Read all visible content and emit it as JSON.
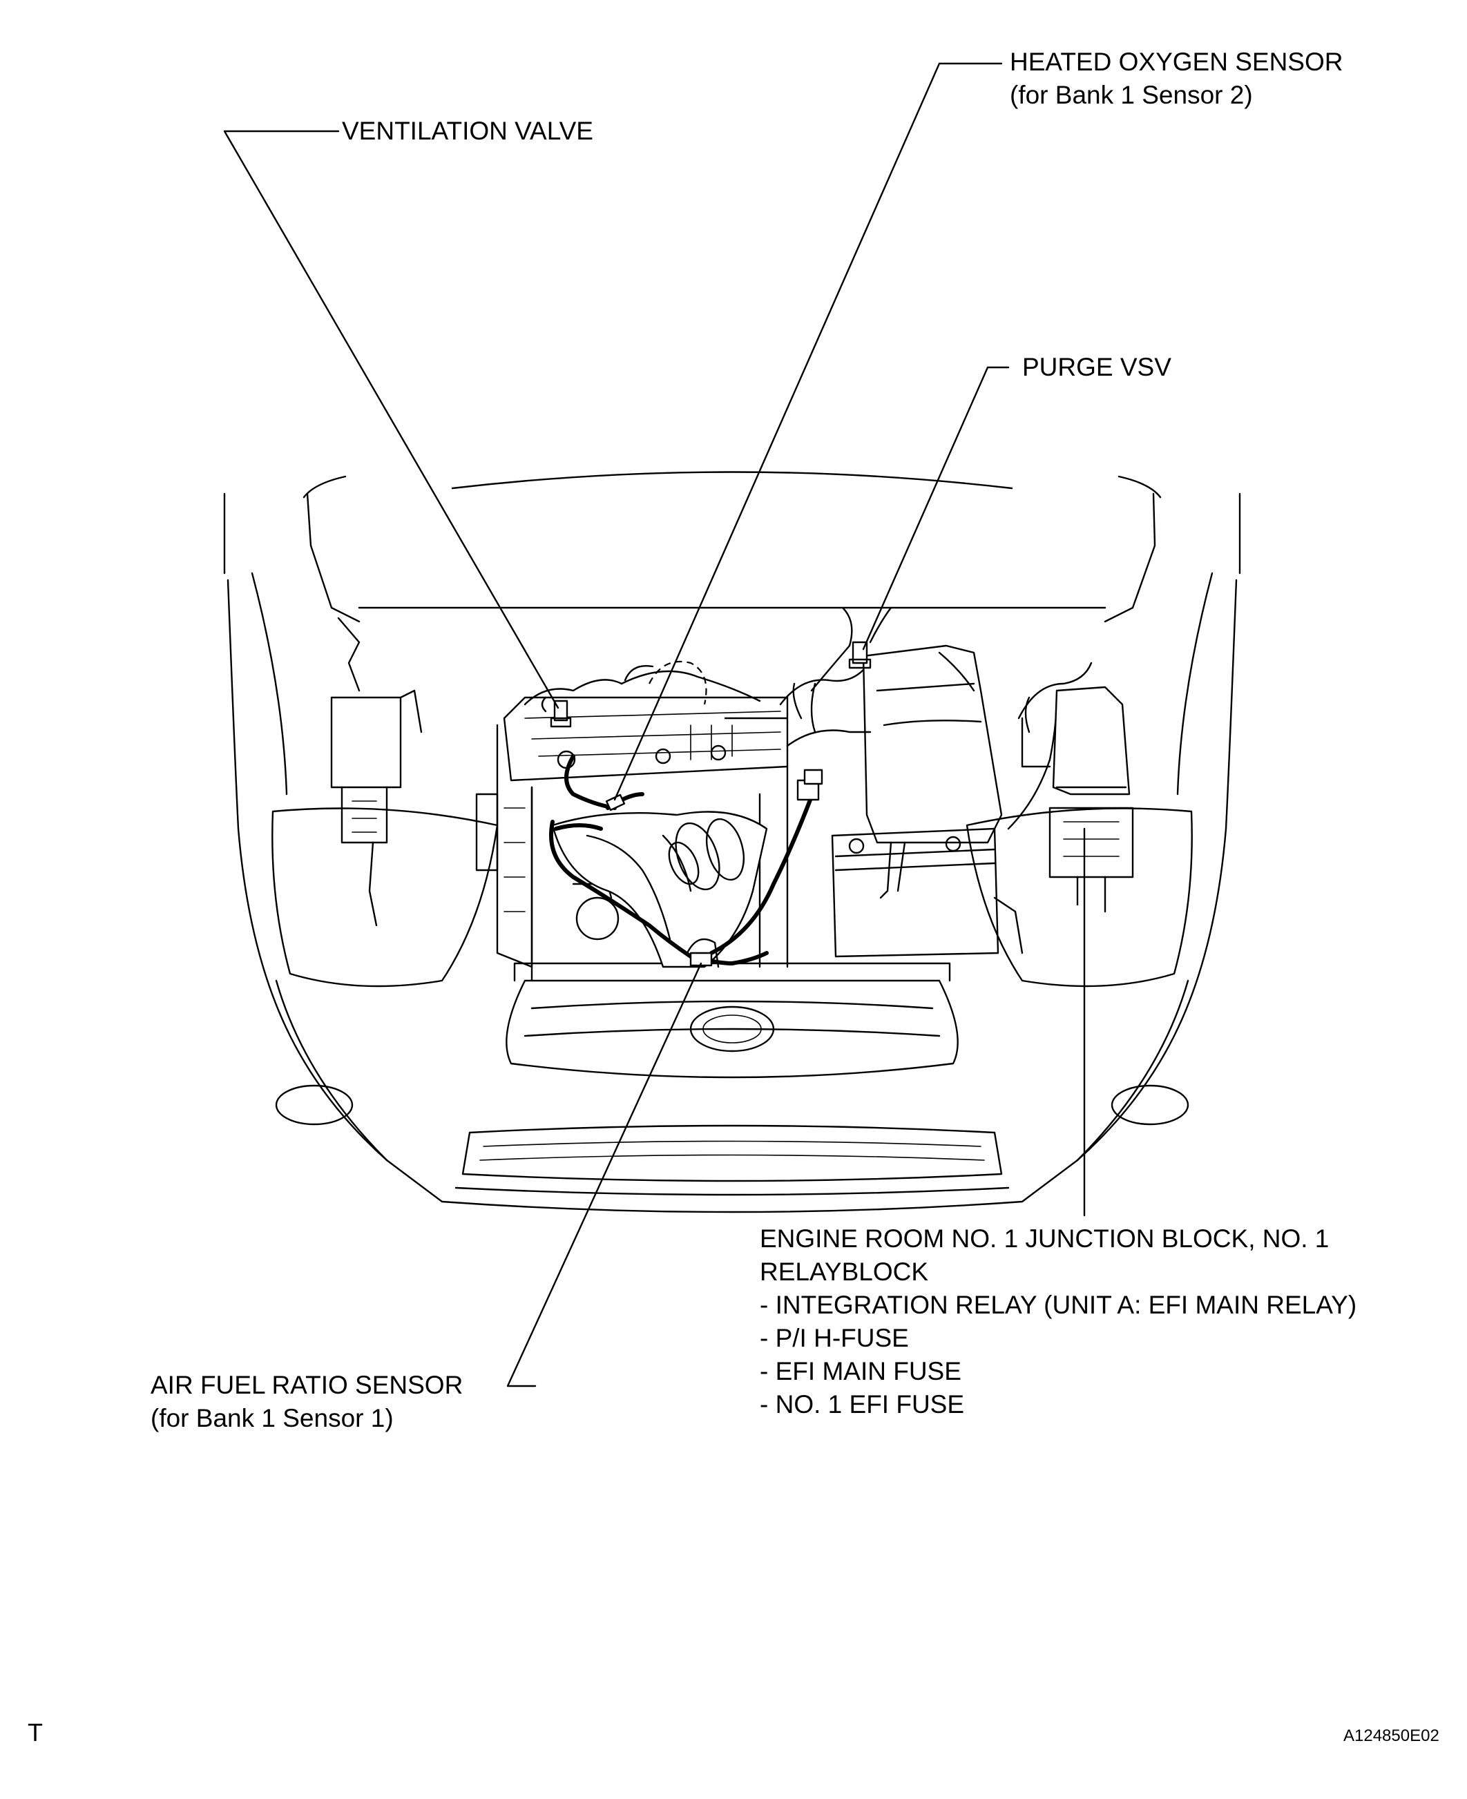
{
  "labels": {
    "heated_oxygen_sensor": {
      "line1": "HEATED OXYGEN SENSOR",
      "line2": "(for Bank 1 Sensor 2)"
    },
    "ventilation_valve": "VENTILATION VALVE",
    "purge_vsv": "PURGE VSV",
    "junction_block": {
      "line1": "ENGINE ROOM NO. 1 JUNCTION BLOCK, NO. 1",
      "line2": "RELAYBLOCK",
      "line3": "- INTEGRATION RELAY (UNIT A: EFI MAIN RELAY)",
      "line4": "- P/I H-FUSE",
      "line5": "- EFI MAIN FUSE",
      "line6": "- NO. 1 EFI FUSE"
    },
    "air_fuel_ratio_sensor": {
      "line1": "AIR FUEL RATIO SENSOR",
      "line2": "(for Bank 1 Sensor 1)"
    }
  },
  "corner_marks": {
    "bottom_left": "T",
    "bottom_right": "A124850E02"
  }
}
